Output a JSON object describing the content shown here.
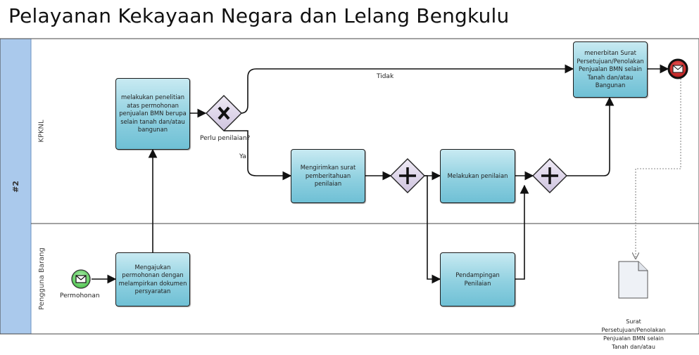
{
  "title": "Pelayanan Kekayaan Negara dan Lelang Bengkulu",
  "pool": {
    "label": "#2"
  },
  "lanes": {
    "top": "KPKNL",
    "bottom": "Pengguna Barang"
  },
  "tasks": {
    "penelitian": "melakukan penelitian\natas permohonan\npenjualan BMN berupa\nselain tanah dan/atau\nbangunan",
    "mengajukan": "Mengajukan\npermohonan dengan\nmelampirkan dokumen\npersyaratan",
    "mengirimkan": "Mengirimkan surat\npemberitahuan\npenilaian",
    "melakukan_penilaian": "Melakukan penilaian",
    "pendampingan": "Pendampingan\nPenilaian",
    "menerbitkan": "menerbitan Surat\nPersetujuan/Penolakan\nPenjualan BMN selain\nTanah dan/atau\nBangunan"
  },
  "events": {
    "start_label": "Permohonan"
  },
  "gateways": {
    "decision_label": "Perlu penilaian?"
  },
  "flows": {
    "tidak": "Tidak",
    "ya": "Ya"
  },
  "document": {
    "label": "Surat\nPersetujuan/Penolakan\nPenjualan BMN selain\nTanah dan/atau"
  },
  "colors": {
    "pool_band": "#aac9ec",
    "task_fill": "#8fd0e0",
    "gateway_fill": "#dcd3e8",
    "start_event": "#7dd87d",
    "end_event": "#d92929"
  }
}
